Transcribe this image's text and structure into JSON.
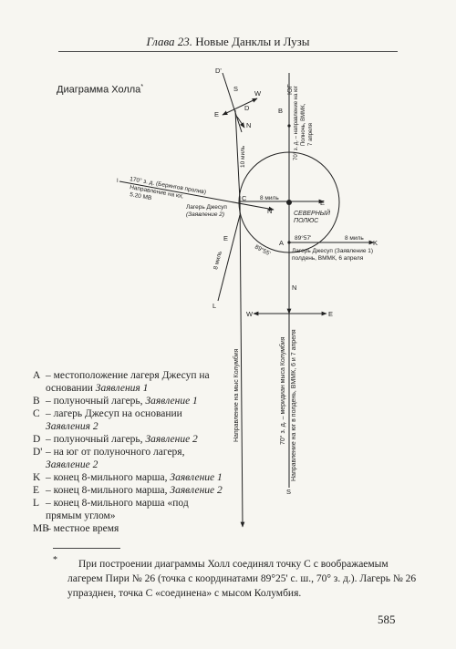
{
  "header": {
    "title_italic": "Глава 23.",
    "title_rest": " Новые Данклы и Лузы"
  },
  "diagram": {
    "title": "Диаграмма Холла",
    "title_mark": "*",
    "labels": {
      "d_prime": "D'",
      "s_top": "S",
      "w_top": "W",
      "d_top": "D",
      "e_top": "E",
      "n_top": "N",
      "yug": "ЮГ",
      "b": "B",
      "b_note_1": "70° з. д. – направление на юг",
      "b_note_2": "Полночь, ВММК,",
      "b_note_3": "7 апреля",
      "ten_miles": "10 миль",
      "bering_1": "170° з. д. (Берингов пролив)",
      "bering_2": "Направление на юг,",
      "bering_3": "5.20 МВ",
      "i": "I",
      "c": "C",
      "eight_miles_c": "8 миль",
      "e_mid": "E",
      "camp_c_1": "Лагерь Джесуп",
      "camp_c_2": "(Заявление 2)",
      "n_mid": "N",
      "north_pole_1": "СЕВЕРНЫЙ",
      "north_pole_2": "ПОЛЮС",
      "e_left": "E",
      "a": "A",
      "lat": "89°57'",
      "eight_miles_a": "8 миль",
      "k": "K",
      "camp_a_1": "Лагерь Джесуп (Заявление 1)",
      "camp_a_2": "полдень, ВММК, 6 апреля",
      "angle": "89°55'",
      "eight_miles_l": "8 миль",
      "l": "L",
      "n_low": "N",
      "w_low": "W",
      "e_low": "E",
      "columbia_dir": "Направление на мыс Колумбия",
      "meridian_1": "70° з. д. – меридиан мыса Колумбия",
      "meridian_2": "Направление на юг в полдень, ВММК, 6 и 7 апреля",
      "s_low": "S"
    }
  },
  "legend": [
    {
      "key": "A",
      "text": "– местоположение лагеря Джесуп на основании ",
      "italic": "Заявления 1"
    },
    {
      "key": "B",
      "text": "– полуночный лагерь, ",
      "italic": "Заявление 1"
    },
    {
      "key": "C",
      "text": "– лагерь Джесуп на основании ",
      "italic": "Заявления 2"
    },
    {
      "key": "D",
      "text": "– полуночный лагерь, ",
      "italic": "Заявление 2"
    },
    {
      "key": "D'",
      "text": "– на юг от полуночного лагеря, ",
      "italic": "Заявление 2"
    },
    {
      "key": "K",
      "text": "– конец 8-мильного марша, ",
      "italic": "Заявление 1"
    },
    {
      "key": "E",
      "text": "– конец 8-мильного марша, ",
      "italic": "Заявление 2"
    },
    {
      "key": "L",
      "text": "– конец 8-мильного марша «под прямым углом»",
      "italic": ""
    },
    {
      "key": "MB",
      "text": "– местное время",
      "italic": ""
    }
  ],
  "footnote": {
    "mark": "*",
    "text": "При построении диаграммы Холл соединял точку С с воображаемым лагерем Пири № 26 (точка с координатами 89°25' с. ш., 70° з. д.). Лагерь № 26 упразднен, точка С «соединена» с мысом Колумбия."
  },
  "page_number": "585"
}
